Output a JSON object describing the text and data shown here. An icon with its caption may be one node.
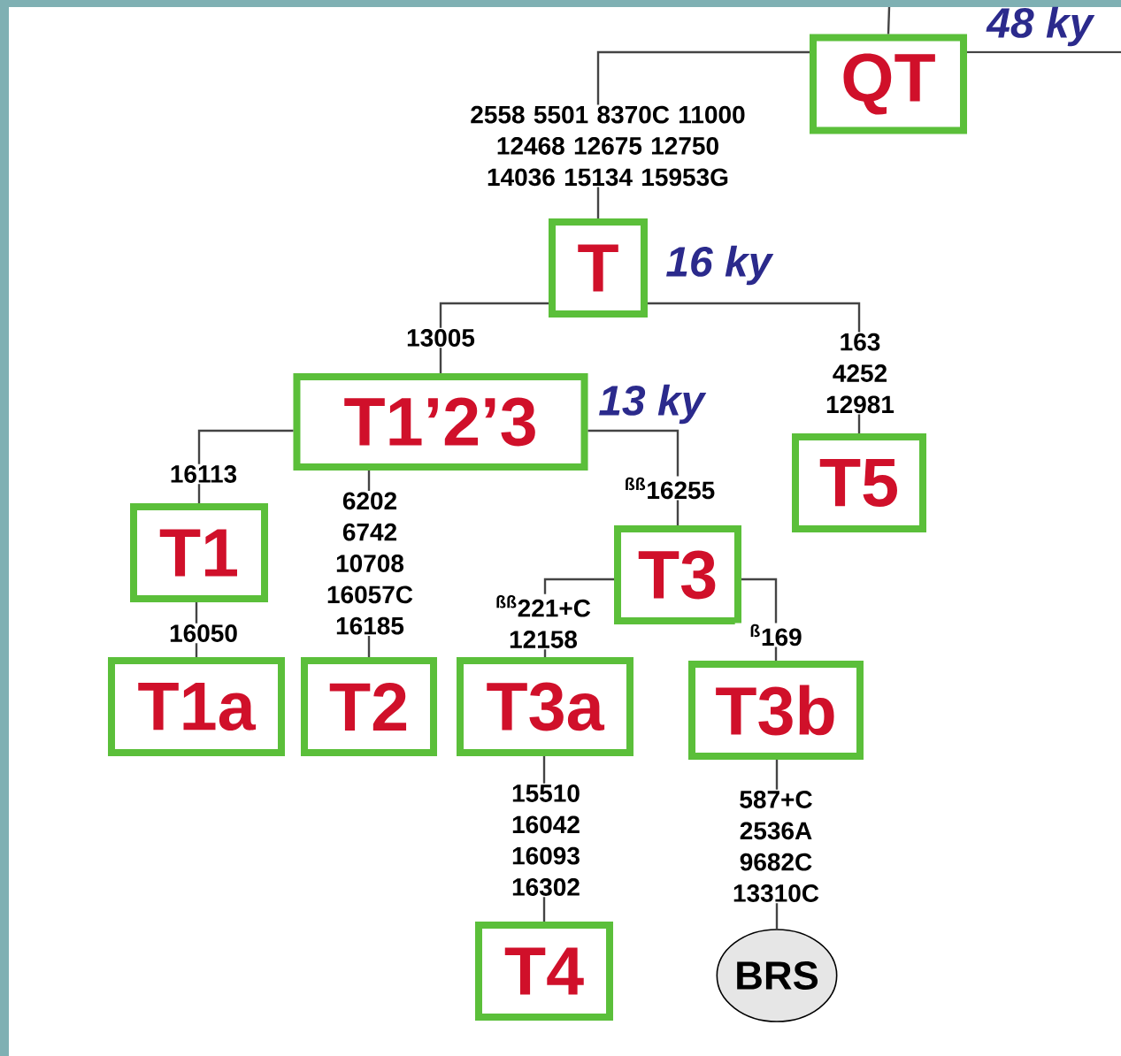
{
  "diagram": {
    "nodes": [
      {
        "text": [
          "QT"
        ],
        "beside": [
          "48 ky"
        ]
      },
      {
        "text": [
          "T"
        ],
        "beside": [
          "16 ky"
        ]
      },
      {
        "text": [
          "T1’2’3"
        ],
        "beside": [
          "13 ky"
        ]
      },
      {
        "text": [
          "T5"
        ]
      },
      {
        "text": [
          "T1"
        ]
      },
      {
        "text": [
          "T3"
        ]
      },
      {
        "text": [
          "T1a"
        ]
      },
      {
        "text": [
          "T2"
        ]
      },
      {
        "text": [
          "T3a"
        ]
      },
      {
        "text": [
          "T3b"
        ]
      },
      {
        "text": [
          "T4"
        ]
      },
      {
        "text": [
          "BRS"
        ]
      }
    ],
    "edges": [
      {
        "from": null,
        "to": 0,
        "arrow": "none"
      },
      {
        "from": 0,
        "to": null,
        "arrow": "none"
      },
      {
        "from": 0,
        "to": 1,
        "arrow": "none",
        "label": "2558 5501 8370C 11000 12468 12675 12750 14036 15134 15953G"
      },
      {
        "from": 1,
        "to": 2,
        "arrow": "none",
        "label": "13005"
      },
      {
        "from": 1,
        "to": 3,
        "arrow": "none",
        "label": "163 4252 12981"
      },
      {
        "from": 2,
        "to": 4,
        "arrow": "none",
        "label": "16113"
      },
      {
        "from": 2,
        "to": 7,
        "arrow": "none",
        "label": "6202 6742 10708 16057C 16185"
      },
      {
        "from": 2,
        "to": 5,
        "arrow": "none",
        "label": "$^{ßß}$16255"
      },
      {
        "from": 4,
        "to": 6,
        "arrow": "none",
        "label": "16050"
      },
      {
        "from": 5,
        "to": 8,
        "arrow": "none",
        "label": "$^{ßß}$221+C 12158"
      },
      {
        "from": 5,
        "to": 9,
        "arrow": "none",
        "label": "$^{ß}$169"
      },
      {
        "from": 8,
        "to": 10,
        "arrow": "none",
        "label": "15510 16042 16093 16302"
      },
      {
        "from": 9,
        "to": 11,
        "arrow": "none",
        "label": "587+C 2536A 9682C 13310C"
      }
    ]
  }
}
